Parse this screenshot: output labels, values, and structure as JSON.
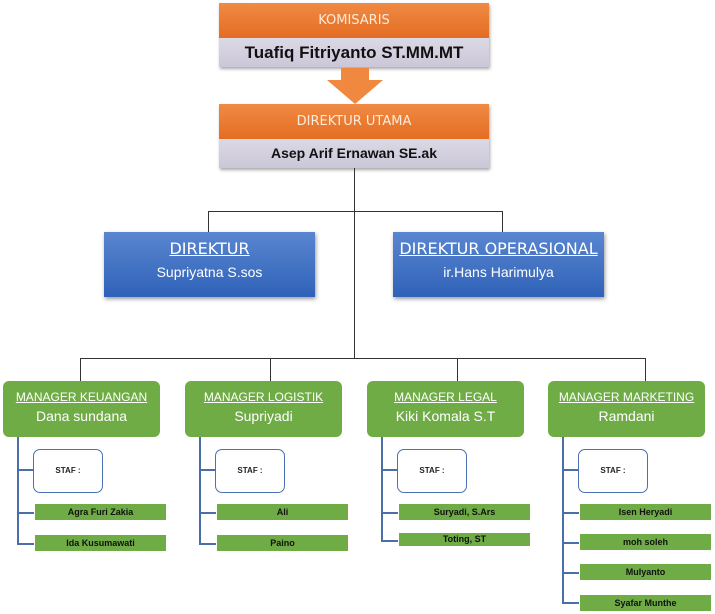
{
  "chart_title": "Struktur Organisasi",
  "komisaris": {
    "title": "KOMISARIS",
    "name": "Tuafiq Fitriyanto ST.MM.MT"
  },
  "direktur_utama": {
    "title": "DIREKTUR UTAMA",
    "name": "Asep Arif Ernawan SE.ak"
  },
  "direktur": {
    "title": "DIREKTUR",
    "name": "Supriyatna S.sos"
  },
  "direktur_operasional": {
    "title": "DIREKTUR OPERASIONAL",
    "name": "ir.Hans Harimulya"
  },
  "managers": [
    {
      "title": "MANAGER KEUANGAN",
      "name": "Dana sundana",
      "staf_label": "STAF :",
      "staff": [
        "Agra Furi Zakia",
        "Ida Kusumawati"
      ]
    },
    {
      "title": "MANAGER LOGISTIK",
      "name": "Supriyadi",
      "staf_label": "STAF :",
      "staff": [
        "Ali",
        "Paino"
      ]
    },
    {
      "title": "MANAGER LEGAL",
      "name": "Kiki Komala S.T",
      "staf_label": "STAF :",
      "staff": [
        "Suryadi, S.Ars",
        "Toting, ST"
      ]
    },
    {
      "title": "MANAGER MARKETING",
      "name": "Ramdani",
      "staf_label": "STAF :",
      "staff": [
        "Isen Heryadi",
        "moh soleh",
        "Mulyanto",
        "Syafar Munthe"
      ]
    }
  ],
  "colors": {
    "orange": "#e46d22",
    "gray": "#cbc7d8",
    "blue": "#2f62b8",
    "green": "#6fac46",
    "outline_blue": "#4a72b0"
  }
}
